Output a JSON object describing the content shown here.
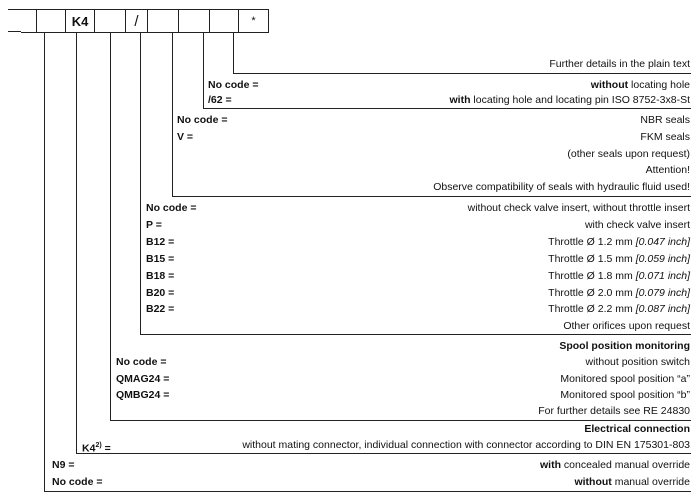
{
  "header": {
    "cell_k4": "K4",
    "cell_slash": "/",
    "cell_star": "*"
  },
  "further_details": "Further details in the plain text",
  "locating": {
    "no_code": "No code =",
    "no_code_b": "without",
    "no_code_rest": " locating hole",
    "c62": "/62 =",
    "c62_b": "with",
    "c62_rest": " locating hole and locating pin ISO 8752-3x8-St"
  },
  "seals": {
    "no_code": "No code =",
    "no_code_val": "NBR seals",
    "v": "V =",
    "v_val": "FKM seals",
    "other": "(other seals upon request)",
    "attention": "Attention!",
    "observe": "Observe compatibility of seals with hydraulic fluid used!"
  },
  "check": {
    "no_code": "No code =",
    "no_code_val": "without check valve insert, without throttle insert",
    "p": "P =",
    "p_val": "with check valve insert",
    "rows": [
      {
        "code": "B12 =",
        "val": "Throttle Ø 1.2 mm ",
        "inch": "[0.047 inch]"
      },
      {
        "code": "B15 =",
        "val": "Throttle Ø 1.5 mm ",
        "inch": "[0.059 inch]"
      },
      {
        "code": "B18 =",
        "val": "Throttle Ø 1.8 mm ",
        "inch": "[0.071 inch]"
      },
      {
        "code": "B20 =",
        "val": "Throttle Ø 2.0 mm ",
        "inch": "[0.079 inch]"
      },
      {
        "code": "B22 =",
        "val": "Throttle Ø 2.2 mm ",
        "inch": "[0.087 inch]"
      }
    ],
    "other": "Other orifices upon request"
  },
  "spool": {
    "title": "Spool position monitoring",
    "no_code": "No code =",
    "no_code_val": "without position switch",
    "qmag": "QMAG24 =",
    "qmag_val": "Monitored spool position “a”",
    "qmbg": "QMBG24 =",
    "qmbg_val": "Monitored spool position “b”",
    "further": "For further details see RE 24830"
  },
  "electrical": {
    "title": "Electrical connection",
    "k4": "K4",
    "k4_sup": "2)",
    "k4_eq": " =",
    "k4_val": "without mating connector, individual connection with connector according to DIN EN 175301-803"
  },
  "manual": {
    "n9": "N9 =",
    "n9_b": "with",
    "n9_rest": " concealed manual override",
    "no_code": "No code =",
    "no_code_b": "without",
    "no_code_rest": " manual override"
  }
}
